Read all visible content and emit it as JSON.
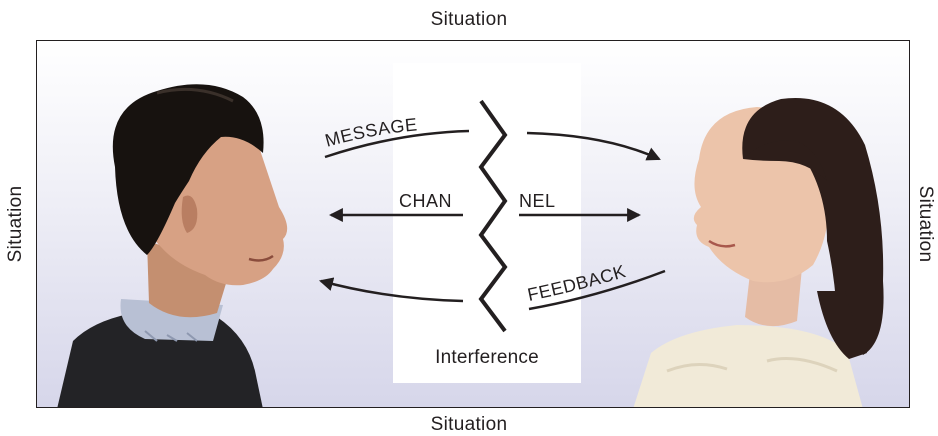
{
  "situation_labels": {
    "top": "Situation",
    "bottom": "Situation",
    "left": "Situation",
    "right": "Situation"
  },
  "diagram": {
    "message_label": "MESSAGE",
    "feedback_label": "FEEDBACK",
    "channel_label_left": "CHAN",
    "channel_label_right": "NEL",
    "interference_label": "Interference"
  },
  "colors": {
    "ink": "#231f20",
    "background_top": "#ffffff",
    "background_bottom": "#d6d6ea"
  }
}
